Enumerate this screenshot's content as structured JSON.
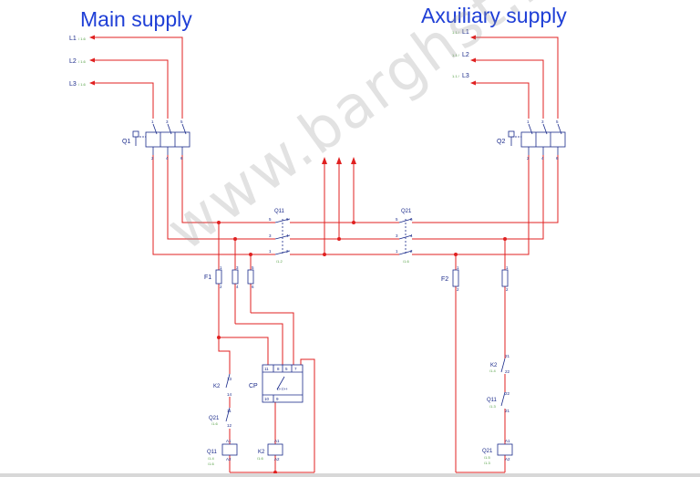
{
  "titles": {
    "main": "Main supply",
    "aux": "Axuiliary supply"
  },
  "main_feeds": [
    {
      "label": "L1",
      "ref": "/ 1.6"
    },
    {
      "label": "L2",
      "ref": "/ 1.6"
    },
    {
      "label": "L3",
      "ref": "/ 1.6"
    }
  ],
  "aux_feeds": [
    {
      "label": "L1",
      "ref": "1.1 /"
    },
    {
      "label": "L2",
      "ref": "1.1 /"
    },
    {
      "label": "L3",
      "ref": "1.1 /"
    }
  ],
  "devices": {
    "q1": "Q1",
    "q2": "Q2",
    "q11": "Q11",
    "q21": "Q21",
    "f1": "F1",
    "f2": "F2",
    "cp": "CP",
    "k2": "K2"
  },
  "pins": {
    "p1": "1",
    "p2": "2",
    "p3": "3",
    "p4": "4",
    "p5": "5",
    "p6": "6",
    "p11": "11",
    "p12": "12",
    "p13": "13",
    "p14": "14",
    "p21": "21",
    "p22": "22",
    "a1": "A1",
    "a2": "A2",
    "cp_top": [
      "11",
      "8",
      "5",
      "7"
    ],
    "cp_bottom": [
      "10",
      "9"
    ],
    "cp_fn": "I> I>+"
  },
  "refs": {
    "r12": "/1.2",
    "r16": "/1.6",
    "r14": "/1.4",
    "r13": "/1.3",
    "r15": "/1.5"
  },
  "watermark": "www.barghst.ir",
  "colors": {
    "wire": "#e02020",
    "symbol": "#1a2a8a",
    "title": "#1f3fd6",
    "ref": "#4a9a3a"
  }
}
